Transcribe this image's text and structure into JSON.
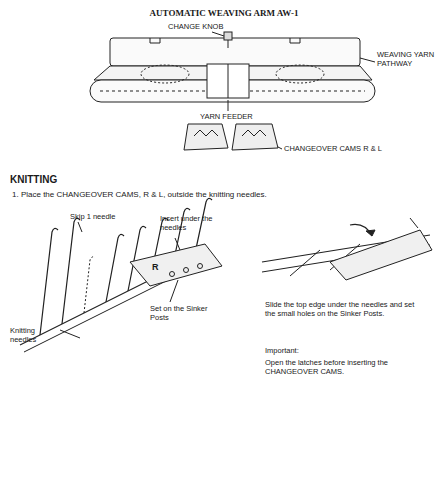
{
  "diagram": {
    "title": "AUTOMATIC WEAVING ARM AW-1",
    "labels": [
      "CHANGE KNOB",
      "WEAVING YARN PATHWAY",
      "YARN FEEDER",
      "CHANGEOVER CAMS R & L",
      "KNITTING",
      "1. Place the CHANGEOVER CAMS, R & L, outside the knitting needles.",
      "Skip 1 needle",
      "Insert under the needles",
      "R",
      "Set on the Sinker Posts",
      "Knitting needles",
      "Slide the top edge under the needles and set the small holes on the Sinker Posts.",
      "Important:",
      "Open the latches before inserting the CHANGEOVER CAMS."
    ]
  }
}
